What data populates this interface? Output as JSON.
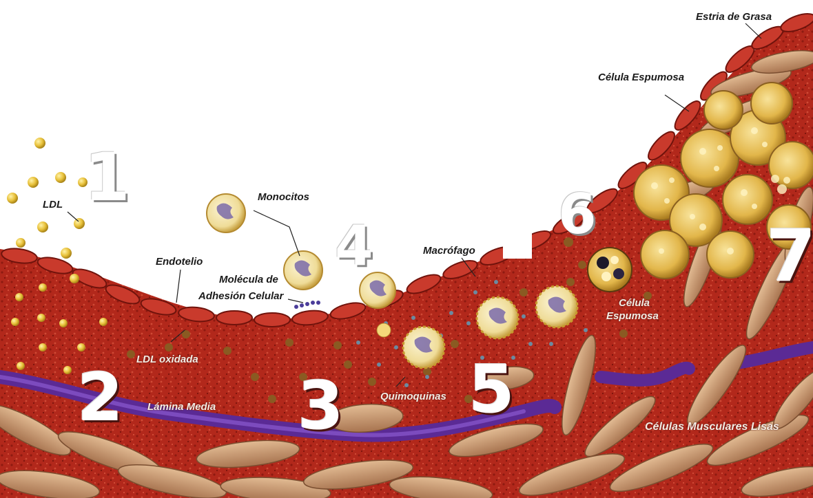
{
  "labels": {
    "estria": "Estria de Grasa",
    "celula_espumosa_top": "Célula Espumosa",
    "ldl": "LDL",
    "monocitos": "Monocitos",
    "endotelio": "Endotelio",
    "molecula_1": "Molécula de",
    "molecula_2": "Adhesión Celular",
    "macrofago": "Macrófago",
    "celula_espumosa_mid_1": "Célula",
    "celula_espumosa_mid_2": "Espumosa",
    "ldl_oxidada": "LDL oxidada",
    "lamina": "Lámina Media",
    "quimoquinas": "Quimoquinas",
    "musculares": "Células Musculares Lisas"
  },
  "numbers": [
    "1",
    "2",
    "3",
    "4",
    "5",
    "6",
    "7"
  ],
  "colors": {
    "tissue": "#b5291c",
    "tissue_dark": "#7d150d",
    "endothelium": "#c2362a",
    "ldl": "#e8c13a",
    "lamina": "#6b3aa6",
    "muscle": "#c99a72",
    "foam": "#e6c66a"
  }
}
